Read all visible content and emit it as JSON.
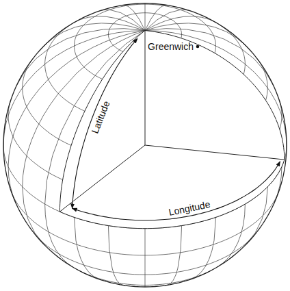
{
  "diagram": {
    "labels": [
      "Greenwich",
      "Latitude",
      "Longitude"
    ]
  }
}
